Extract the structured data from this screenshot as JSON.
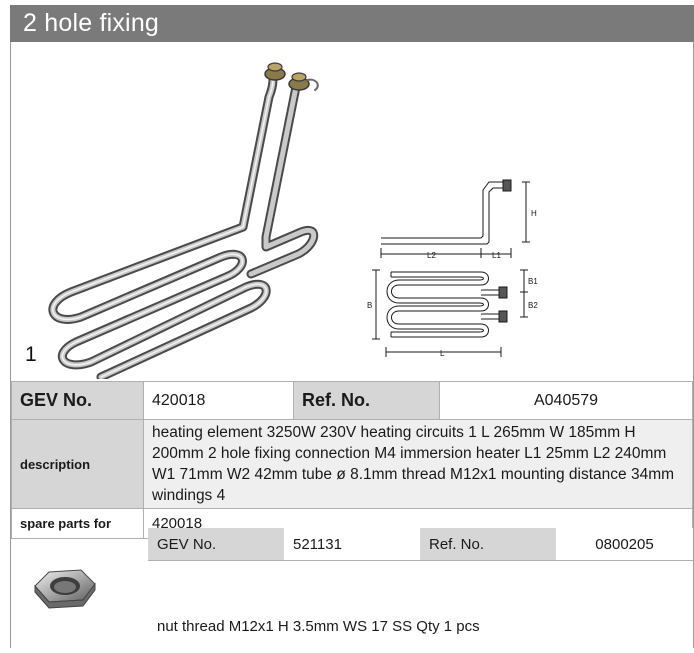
{
  "header": {
    "title": "2 hole fixing"
  },
  "figure": {
    "number": "1",
    "dimension_labels": {
      "H": "H",
      "L2": "L2",
      "L1": "L1",
      "B1": "B1",
      "B2": "B2",
      "B": "B",
      "L": "L"
    }
  },
  "spec": {
    "gev_label": "GEV No.",
    "gev_value": "420018",
    "ref_label": "Ref. No.",
    "ref_value": "A040579",
    "description_label": "description",
    "description_value": "heating element  3250W 230V heating circuits 1 L 265mm W 185mm H 200mm 2 hole fixing connection M4 immersion heater L1 25mm L2 240mm W1 71mm W2 42mm tube ø 8.1mm thread M12x1 mounting distance 34mm windings 4",
    "spare_label": "spare parts for",
    "spare_value": "420018"
  },
  "part": {
    "gev_label": "GEV No.",
    "gev_value": "521131",
    "ref_label": "Ref. No.",
    "ref_value": "0800205",
    "description": "nut  thread M12x1 H 3.5mm WS 17 SS Qty 1 pcs",
    "icon": "hex-nut-icon"
  }
}
